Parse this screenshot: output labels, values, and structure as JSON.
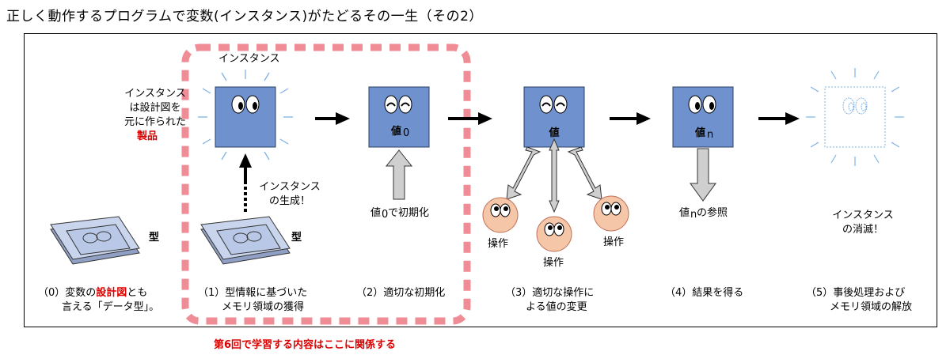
{
  "title": "正しく動作するプログラムで変数(インスタンス)がたどるその一生（その2）",
  "instance_label": "インスタンス",
  "product_note": {
    "line1": "インスタンス",
    "line2": "は設計図を",
    "line3": "元に作られた",
    "line4": "製品"
  },
  "type_label_1": "型",
  "type_label_2": "型",
  "creation_label": {
    "line1": "インスタンス",
    "line2": "の生成！"
  },
  "value_box_2": "値",
  "value_box_2_sub": "0",
  "value_box_3": "値",
  "value_box_4": "値",
  "value_box_4_sub": "n",
  "init_label": {
    "main": "値",
    "sub": "0",
    "rest": "で初期化"
  },
  "operation_labels": [
    "操作",
    "操作",
    "操作"
  ],
  "ref_label": {
    "main": "値",
    "sub": "n",
    "rest": "の参照"
  },
  "destroy_label": {
    "line1": "インスタンス",
    "line2": "の消滅！"
  },
  "steps": [
    {
      "line1a": "（0）変数の",
      "line1red": "設計図",
      "line1b": "とも",
      "line2": "言える「データ型」。"
    },
    {
      "line1": "（1）型情報に基づいた",
      "line2": "メモリ領域の獲得"
    },
    {
      "line1": "（2）適切な初期化",
      "line2": ""
    },
    {
      "line1": "（3）適切な操作に",
      "line2": "よる値の変更"
    },
    {
      "line1": "（4）結果を得る",
      "line2": ""
    },
    {
      "line1": "（5）事後処理および",
      "line2": "メモリ領域の解放"
    }
  ],
  "highlight_caption": "第6回で学習する内容はここに関係する",
  "colors": {
    "box_fill": "#6f92cf",
    "box_stroke": "#2a3f66",
    "dashed_border": "#f08c96",
    "face_fill": "#f6c6a8",
    "arrow_fill": "#cfcfcf",
    "caption_red": "#dd0000",
    "fade_blue": "#7fb2e6"
  }
}
